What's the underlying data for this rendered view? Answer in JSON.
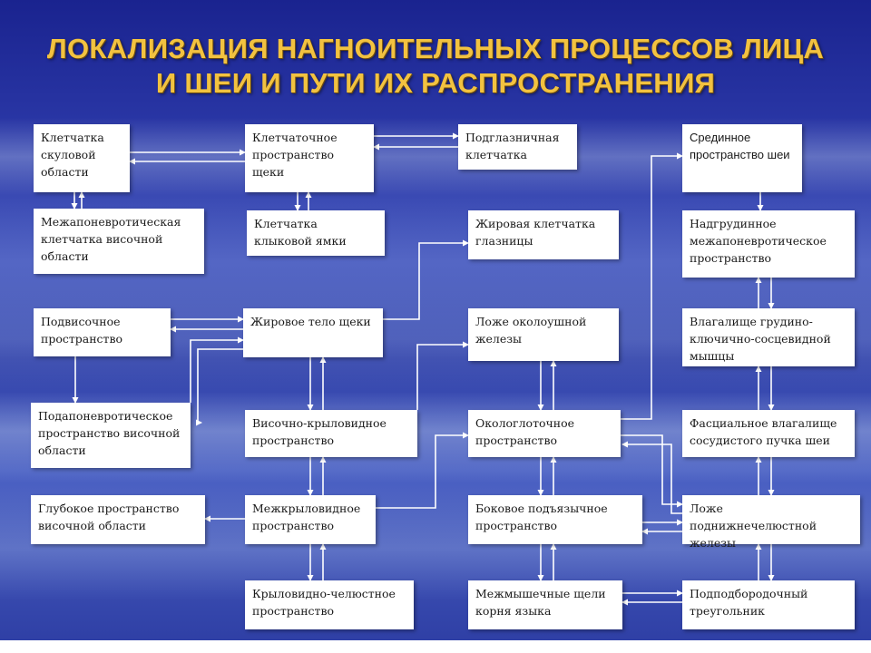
{
  "title": {
    "line1": "ЛОКАЛИЗАЦИЯ НАГНОИТЕЛЬНЫХ ПРОЦЕССОВ ЛИЦА",
    "line2": "И ШЕИ И ПУТИ ИХ РАСПРОСТРАНЕНИЯ"
  },
  "colors": {
    "title": "#f2c240",
    "connectors": "#ffffff",
    "box_fill": "#ffffff",
    "background_top": "#1a238f",
    "background_bottom": "#2d3da3"
  },
  "boxes": {
    "zygomatic": "Клетчатка скуловой области",
    "interaponeurotic_temporal": "Межапоневротическая клетчатка височной области",
    "infratemporal": "Подвисочное пространство",
    "subaponeurotic_temporal": "Подапоневротическое пространство височной области",
    "deep_temporal": "Глубокое пространство височной области",
    "cheek_space": "Клетчаточное пространство щеки",
    "canine_fossa": "Клетчатка клыковой ямки",
    "buccal_fat": "Жировое тело щеки",
    "temporopterygoid": "Височно-крыловидное пространство",
    "interpterygoid": "Межкрыловидное пространство",
    "pterygomandibular": "Крыловидно-челюстное пространство",
    "infraorbital": "Подглазничная клетчатка",
    "orbital_fat": "Жировая клетчатка глазницы",
    "parotid_bed": "Ложе околоушной железы",
    "peripharyngeal": "Окологлоточное пространство",
    "lateral_sublingual": "Боковое подъязычное пространство",
    "intermuscular_tongue": "Межмышечные щели корня языка",
    "median_neck": "Срединное пространство шеи",
    "suprasternal": "Надгрудинное межапоневротическое пространство",
    "scm_sheath": "Влагалище грудино-ключично-сосцевидной мышцы",
    "vascular_sheath": "Фасциальное влагалище сосудистого пучка шеи",
    "submandibular_bed": "Ложе поднижнечелюстной железы",
    "submental": "Подподбородочный треугольник"
  }
}
